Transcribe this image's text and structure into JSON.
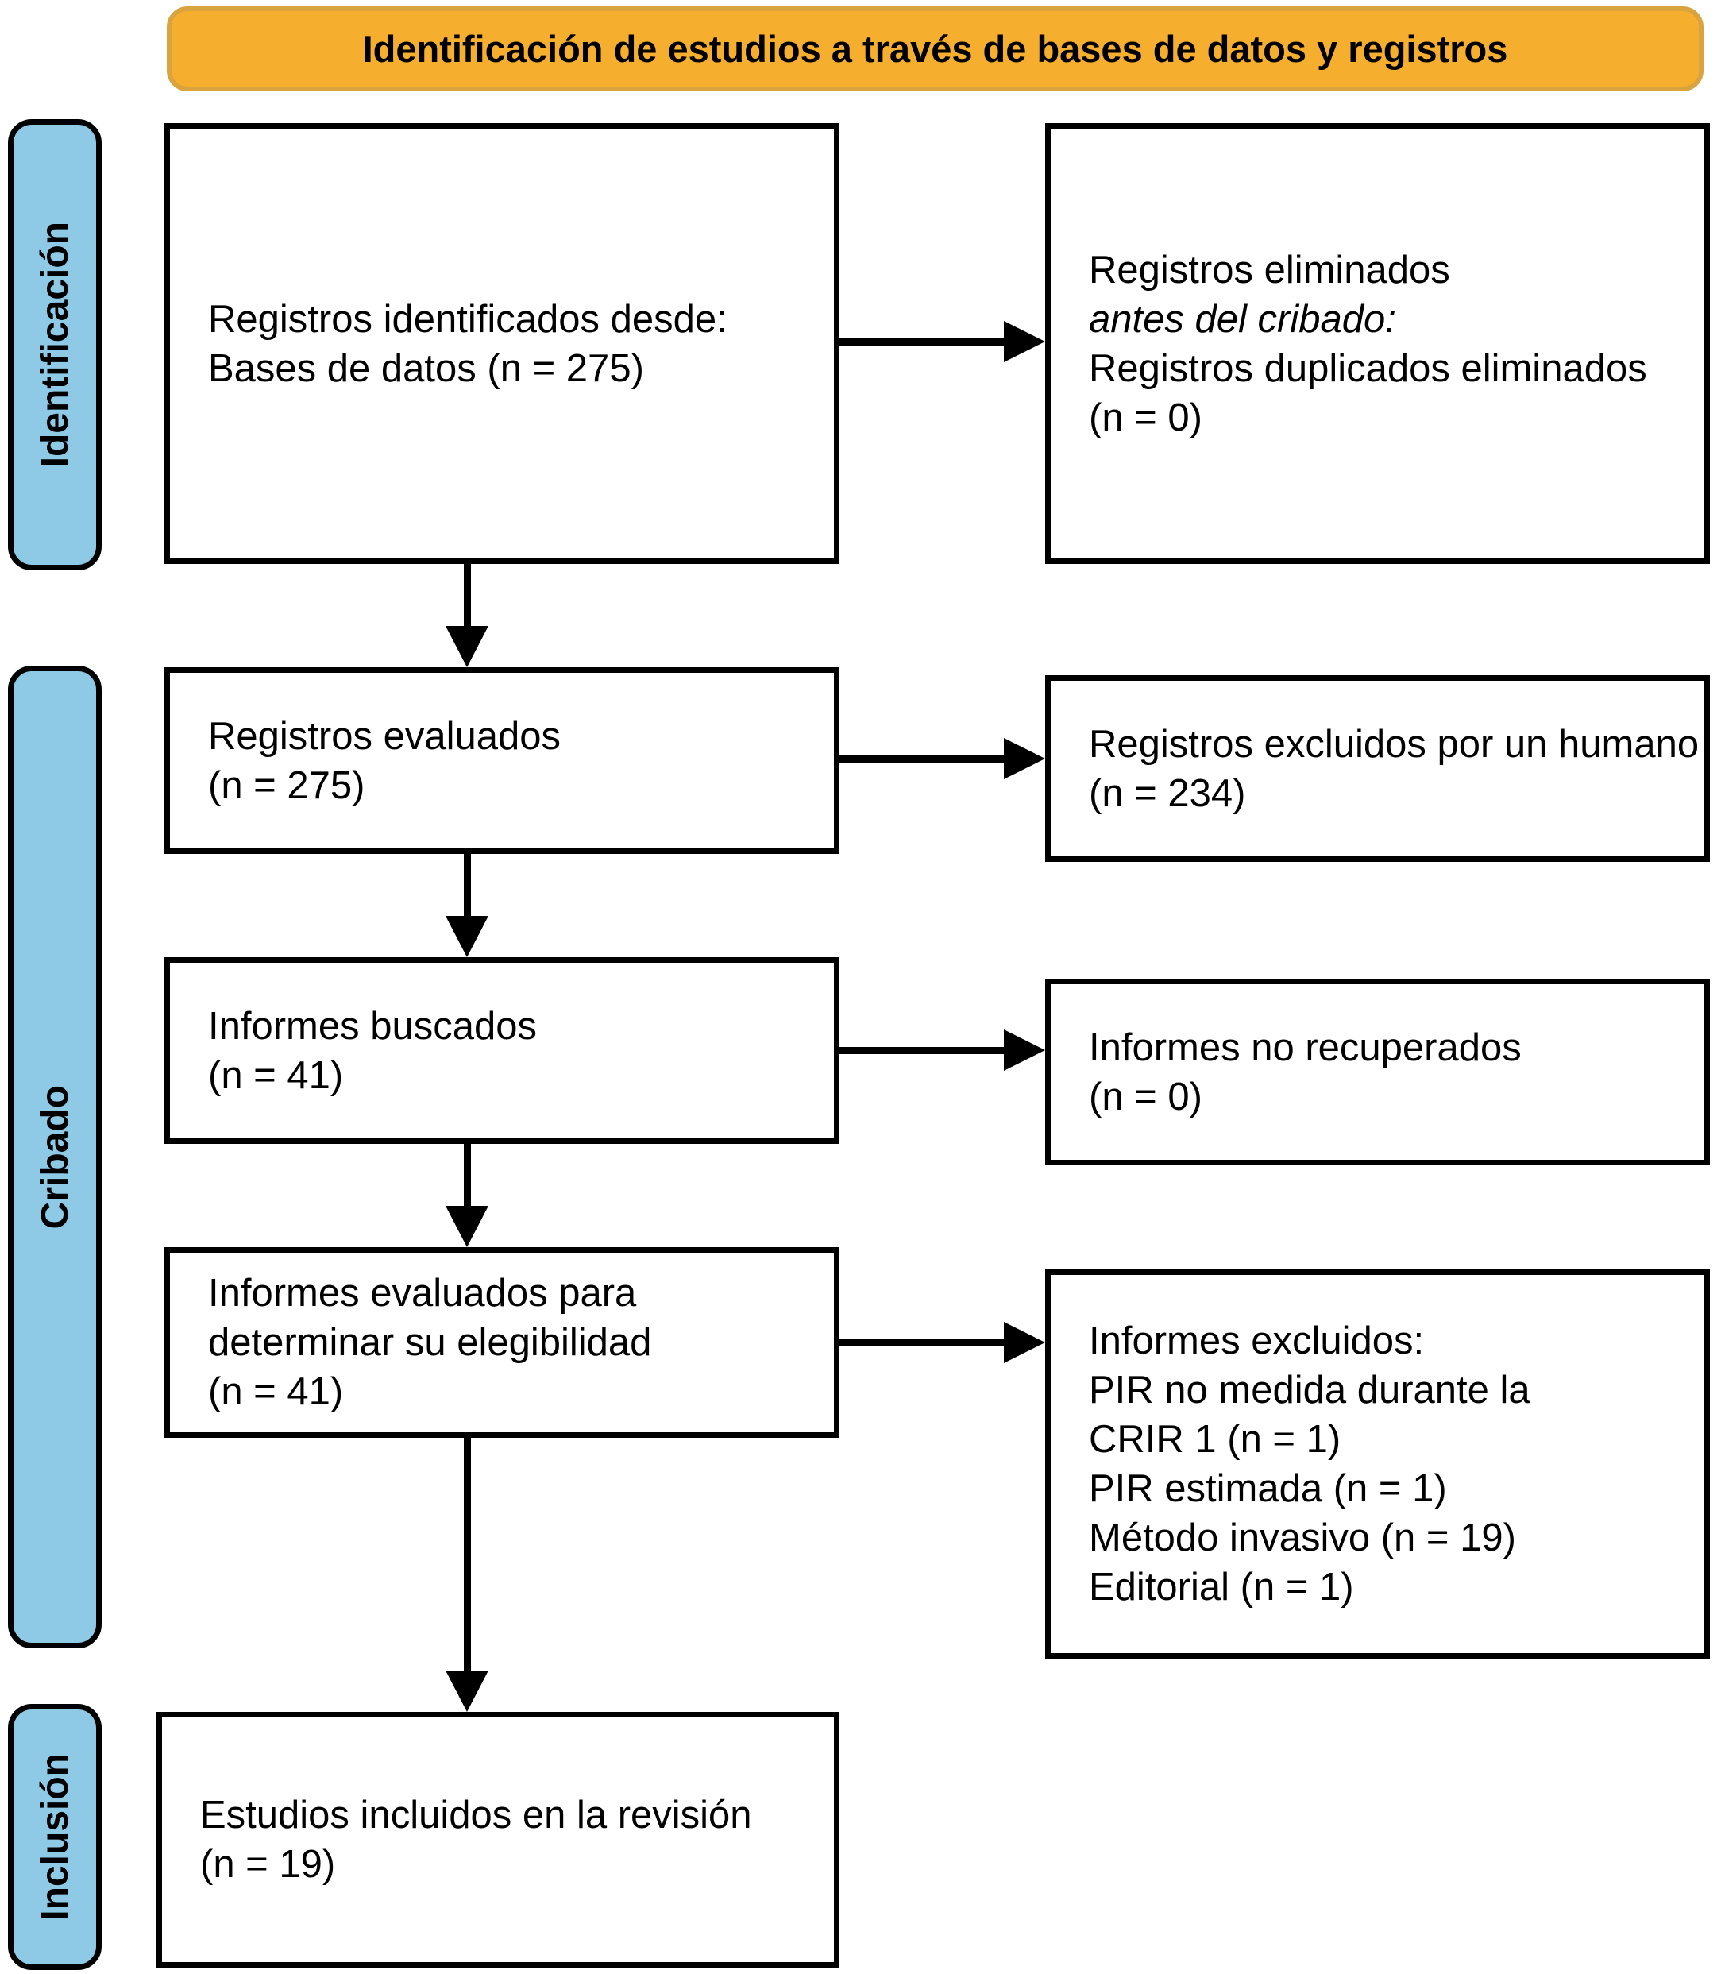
{
  "banner": {
    "title": "Identificación de estudios a través de bases de datos y registros"
  },
  "stages": [
    {
      "label": "Identificación"
    },
    {
      "label": "Cribado"
    },
    {
      "label": "Inclusión"
    }
  ],
  "boxes": {
    "records_identified": {
      "lines": [
        "Registros identificados desde:",
        "Bases de datos (n = 275)"
      ]
    },
    "records_removed_before_screening": {
      "lines": [
        "Registros eliminados",
        "antes del cribado:",
        "Registros duplicados eliminados",
        "(n = 0)"
      ],
      "italic_line_index": 1
    },
    "records_screened": {
      "lines": [
        "Registros evaluados",
        "(n = 275)"
      ]
    },
    "records_excluded": {
      "lines": [
        "Registros excluidos por un humano",
        "(n = 234)"
      ]
    },
    "reports_sought": {
      "lines": [
        "Informes buscados",
        "(n = 41)"
      ]
    },
    "reports_not_retrieved": {
      "lines": [
        "Informes no recuperados",
        "(n = 0)"
      ]
    },
    "reports_assessed": {
      "lines": [
        "Informes evaluados para",
        "determinar su elegibilidad",
        "(n = 41)"
      ]
    },
    "reports_excluded": {
      "lines": [
        "Informes excluidos:",
        "PIR no medida durante la",
        "CRIR 1 (n = 1)",
        "PIR estimada (n = 1)",
        "Método invasivo (n = 19)",
        "Editorial (n = 1)"
      ]
    },
    "studies_included": {
      "lines": [
        "Estudios incluidos en la revisión",
        "(n = 19)"
      ]
    }
  },
  "colors": {
    "background": "#FFFFFF",
    "banner_fill": "#F6AE2E",
    "banner_border": "#D9A440",
    "stage_fill": "#8ECAE6",
    "stage_border": "#000000",
    "box_fill": "#FFFFFF",
    "box_border": "#000000",
    "arrow": "#000000",
    "text": "#000000"
  }
}
